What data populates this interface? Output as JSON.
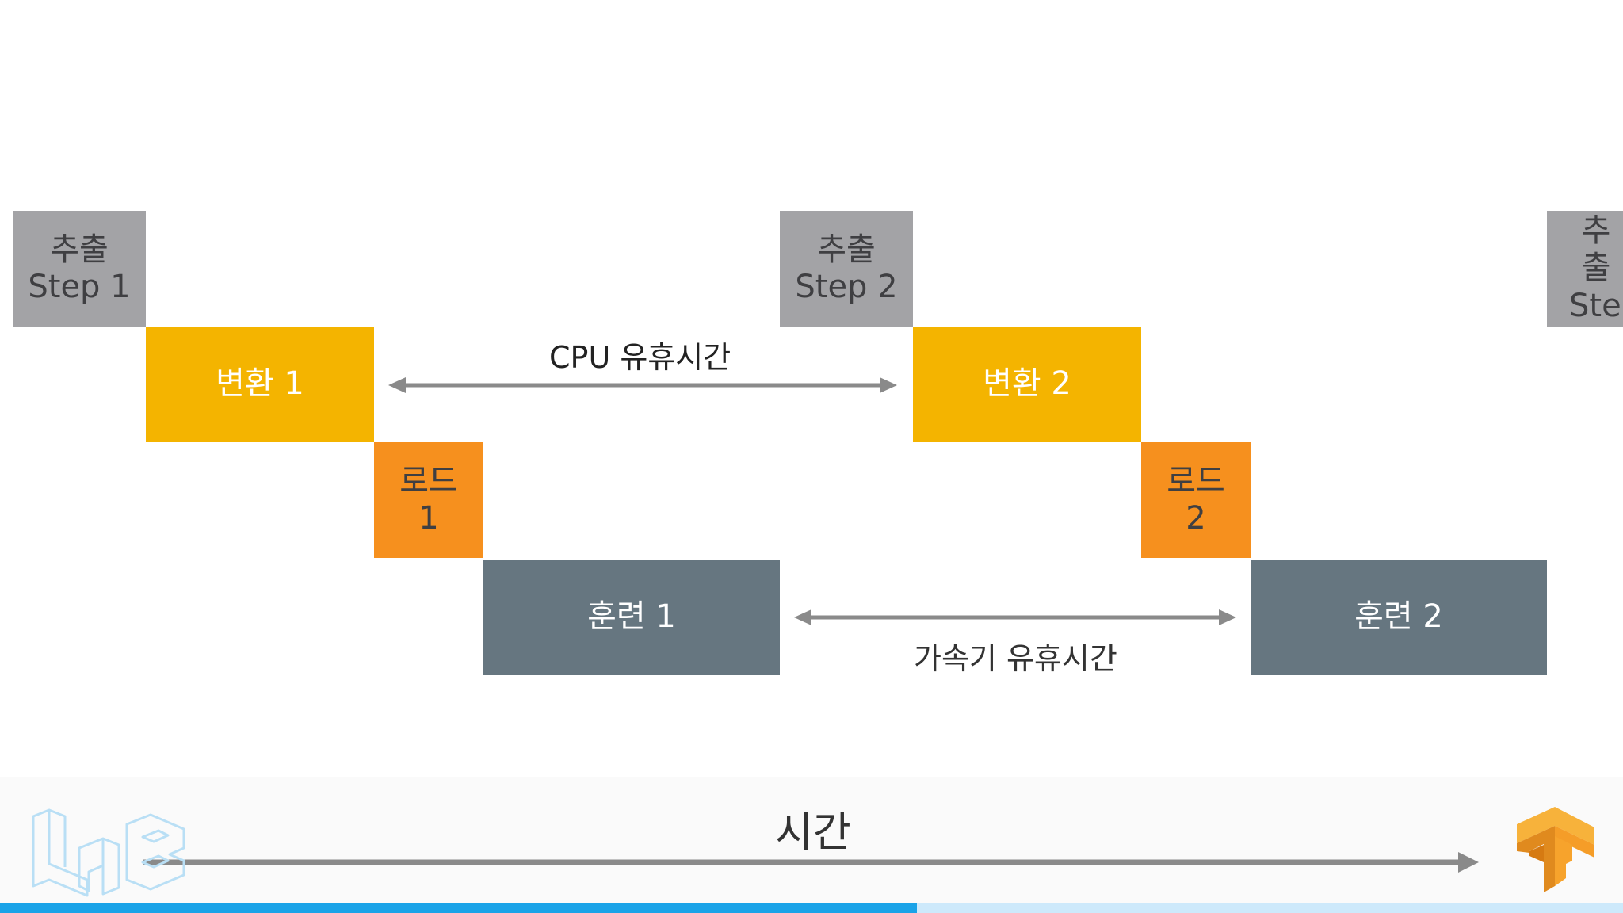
{
  "blocks": {
    "extract1": {
      "line1": "추출",
      "line2": "Step 1"
    },
    "transform1": {
      "label": "변환 1"
    },
    "load1": {
      "line1": "로드",
      "line2": "1"
    },
    "train1": {
      "label": "훈련 1"
    },
    "extract2": {
      "line1": "추출",
      "line2": "Step 2"
    },
    "transform2": {
      "label": "변환 2"
    },
    "load2": {
      "line1": "로드",
      "line2": "2"
    },
    "train2": {
      "label": "훈련 2"
    },
    "extract3": {
      "line1": "추출",
      "line2": "Step"
    }
  },
  "annotations": {
    "cpu_idle": "CPU 유휴시간",
    "accelerator_idle": "가속기 유휴시간",
    "time_axis": "시간"
  },
  "logos": {
    "left": "lab-logo-icon",
    "right": "tensorflow-logo-icon"
  },
  "progress": {
    "fraction": 0.565
  },
  "colors": {
    "extract": "#a3a3a6",
    "transform": "#f4b400",
    "load": "#f6901e",
    "train": "#667680",
    "arrow": "#8a8a8a",
    "progress": "#1aa3e8"
  }
}
